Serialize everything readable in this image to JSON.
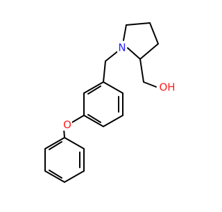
{
  "molecule": {
    "atom_labels": {
      "nitrogen": "N",
      "ether_oxygen": "O",
      "hydroxyl": "OH"
    },
    "colors": {
      "bond": "#000000",
      "nitrogen": "#2020ff",
      "oxygen": "#ff2020",
      "background": "#ffffff"
    }
  }
}
